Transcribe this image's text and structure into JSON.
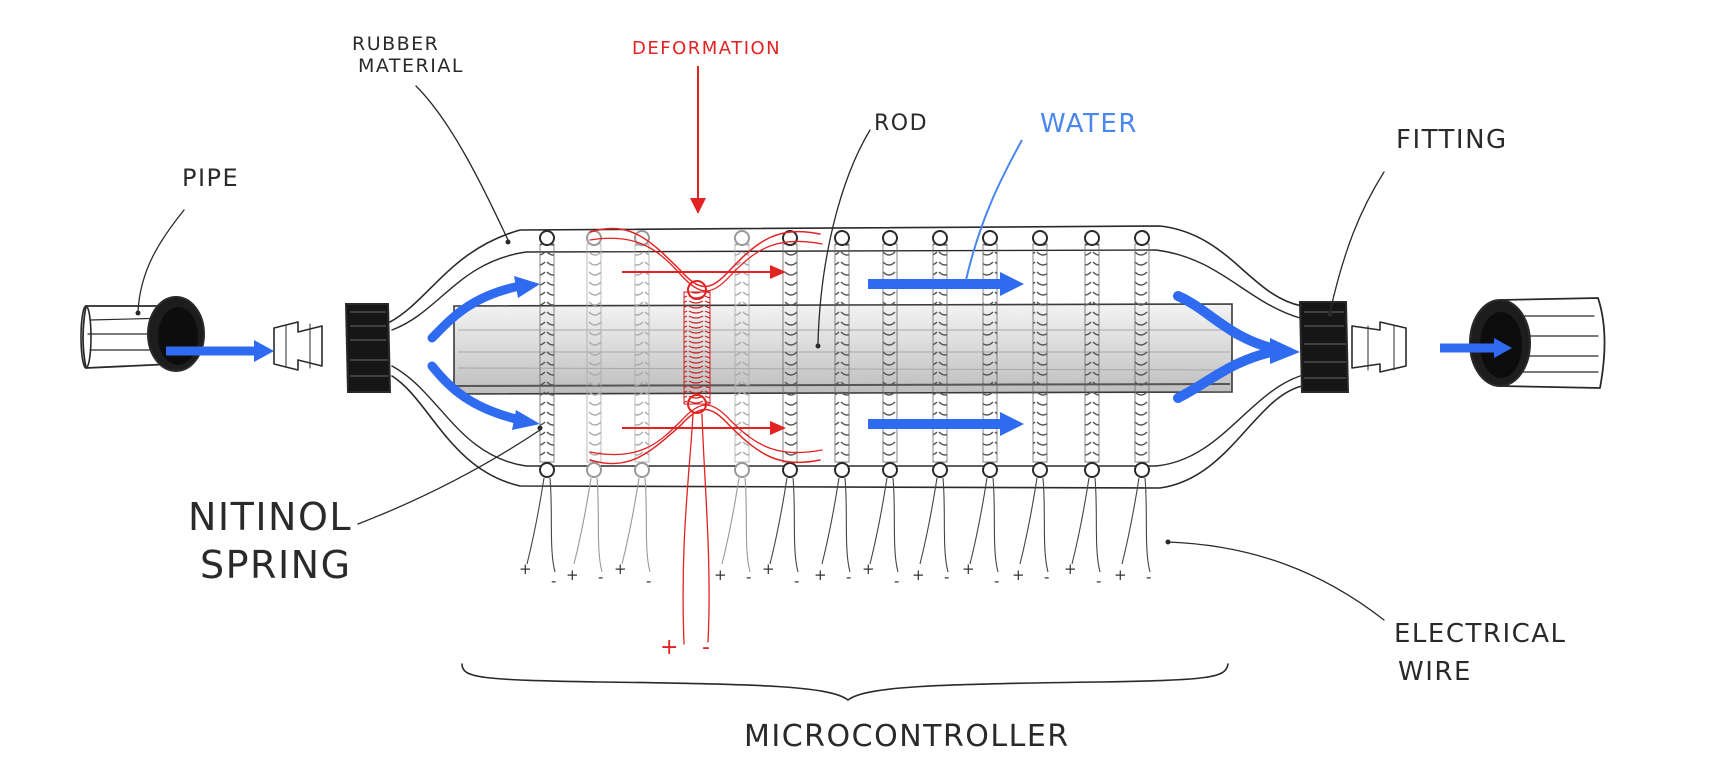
{
  "labels": {
    "pipe": "PIPE",
    "rubber_line1": "RUBBER",
    "rubber_line2": "MATERIAL",
    "deformation": "DEFORMATION",
    "rod": "ROD",
    "water": "WATER",
    "fitting": "FITTING",
    "nitinol_line1": "NITINOL",
    "nitinol_line2": "SPRING",
    "electrical_line1": "ELECTRICAL",
    "electrical_line2": "WIRE",
    "microcontroller": "MICROCONTROLLER"
  },
  "terminal_signs": {
    "plus": "+",
    "minus": "-",
    "red_plus": "+",
    "red_minus": "-"
  },
  "colors": {
    "ink": "#2a2a2a",
    "water_arrows": "#2f6bf0",
    "water_label": "#4a86f0",
    "deformation": "#e32222",
    "fitting": "#1a1a1a"
  }
}
